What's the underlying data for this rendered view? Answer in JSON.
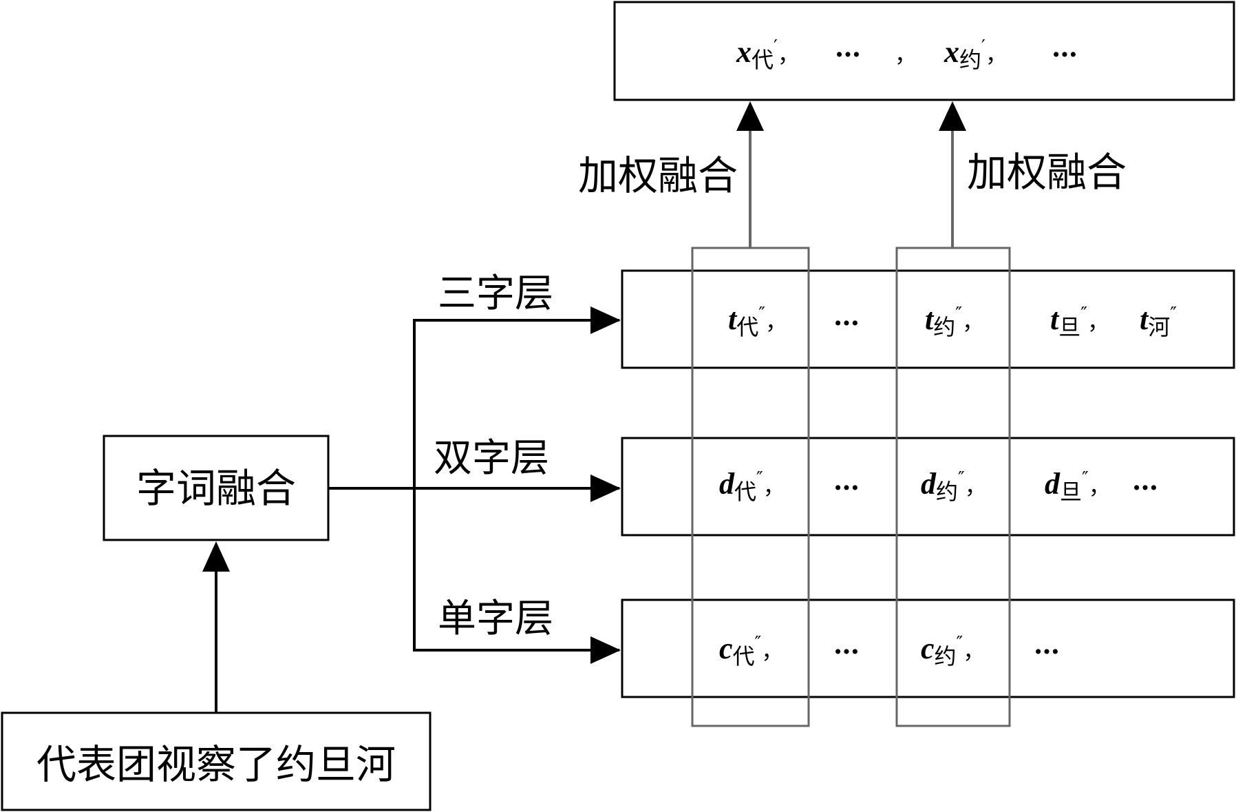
{
  "diagram": {
    "input_text": "代表团视察了约旦河",
    "fusion_label": "字词融合",
    "layers": {
      "tri_label": "三字层",
      "bi_label": "双字层",
      "uni_label": "单字层"
    },
    "weighted_fusion_label": "加权融合",
    "output": {
      "var": "x",
      "items": [
        {
          "char": "代",
          "mark": "′",
          "sep": "，"
        },
        {
          "ellipsis": "…",
          "sep": "，"
        },
        {
          "char": "约",
          "mark": "′",
          "sep": "，"
        },
        {
          "ellipsis": "…"
        }
      ]
    },
    "tri_row": {
      "var": "t",
      "cells": [
        {
          "char": "代",
          "mark": "″",
          "sep": "，"
        },
        {
          "ellipsis": "…"
        },
        {
          "char": "约",
          "mark": "″",
          "sep": "，"
        },
        {
          "char": "旦",
          "mark": "″",
          "sep": "，"
        },
        {
          "char": "河",
          "mark": "″"
        }
      ]
    },
    "bi_row": {
      "var": "d",
      "cells": [
        {
          "char": "代",
          "mark": "″",
          "sep": "，"
        },
        {
          "ellipsis": "…"
        },
        {
          "char": "约",
          "mark": "″",
          "sep": "，"
        },
        {
          "char": "旦",
          "mark": "″",
          "sep": "，"
        },
        {
          "ellipsis": "…"
        }
      ]
    },
    "uni_row": {
      "var": "c",
      "cells": [
        {
          "char": "代",
          "mark": "″",
          "sep": "，"
        },
        {
          "ellipsis": "…"
        },
        {
          "char": "约",
          "mark": "″",
          "sep": "，"
        },
        {
          "ellipsis": "…"
        }
      ]
    },
    "colors": {
      "line": "#000000",
      "highlight": "#666666"
    }
  }
}
